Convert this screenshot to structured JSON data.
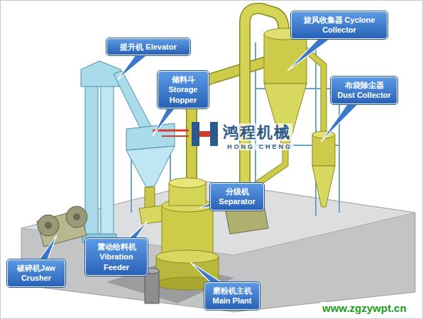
{
  "diagram": {
    "nodes": [
      {
        "text": [
          "旋风收集器 Cyclone Collector"
        ]
      },
      {
        "text": [
          "提升机 Elevator"
        ]
      },
      {
        "text": [
          "布袋除尘器 Dust Collector"
        ]
      },
      {
        "text": [
          "储料斗 Storage Hopper"
        ]
      },
      {
        "text": [
          "分级机 Separator"
        ]
      },
      {
        "text": [
          "震动给料机 Vibration Feeder"
        ]
      },
      {
        "text": [
          "破碎机Jaw Crusher"
        ]
      },
      {
        "text": [
          "磨粉机主机 Main Plant"
        ]
      }
    ],
    "labels": [
      "鸿程机械",
      "HONG CHENG",
      "www.zgzywpt.cn"
    ]
  }
}
